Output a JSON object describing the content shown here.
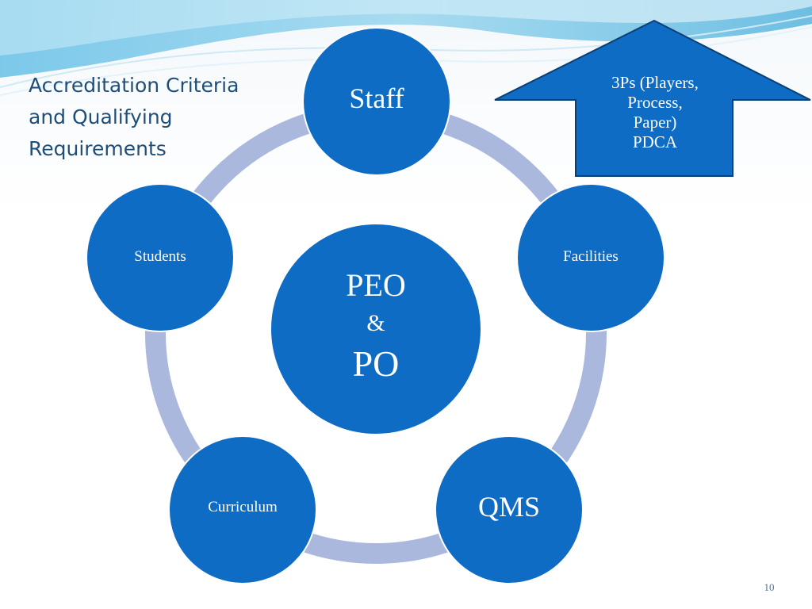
{
  "slide": {
    "title_lines": [
      "Accreditation Criteria",
      "and Qualifying",
      "Requirements"
    ],
    "page_number": "10"
  },
  "diagram": {
    "center": {
      "line1": "PEO",
      "line2": "&",
      "line3": "PO"
    },
    "nodes": {
      "staff": "Staff",
      "facilities": "Facilities",
      "qms": "QMS",
      "curriculum": "Curriculum",
      "students": "Students"
    },
    "callout": {
      "lines": [
        "3Ps (Players,",
        "Process,",
        "Paper)",
        "PDCA"
      ]
    }
  },
  "colors": {
    "node_fill": "#0e6cc4",
    "ring": "#aab8de",
    "title_text": "#1f4e79",
    "arrow_fill": "#0e6cc4"
  }
}
